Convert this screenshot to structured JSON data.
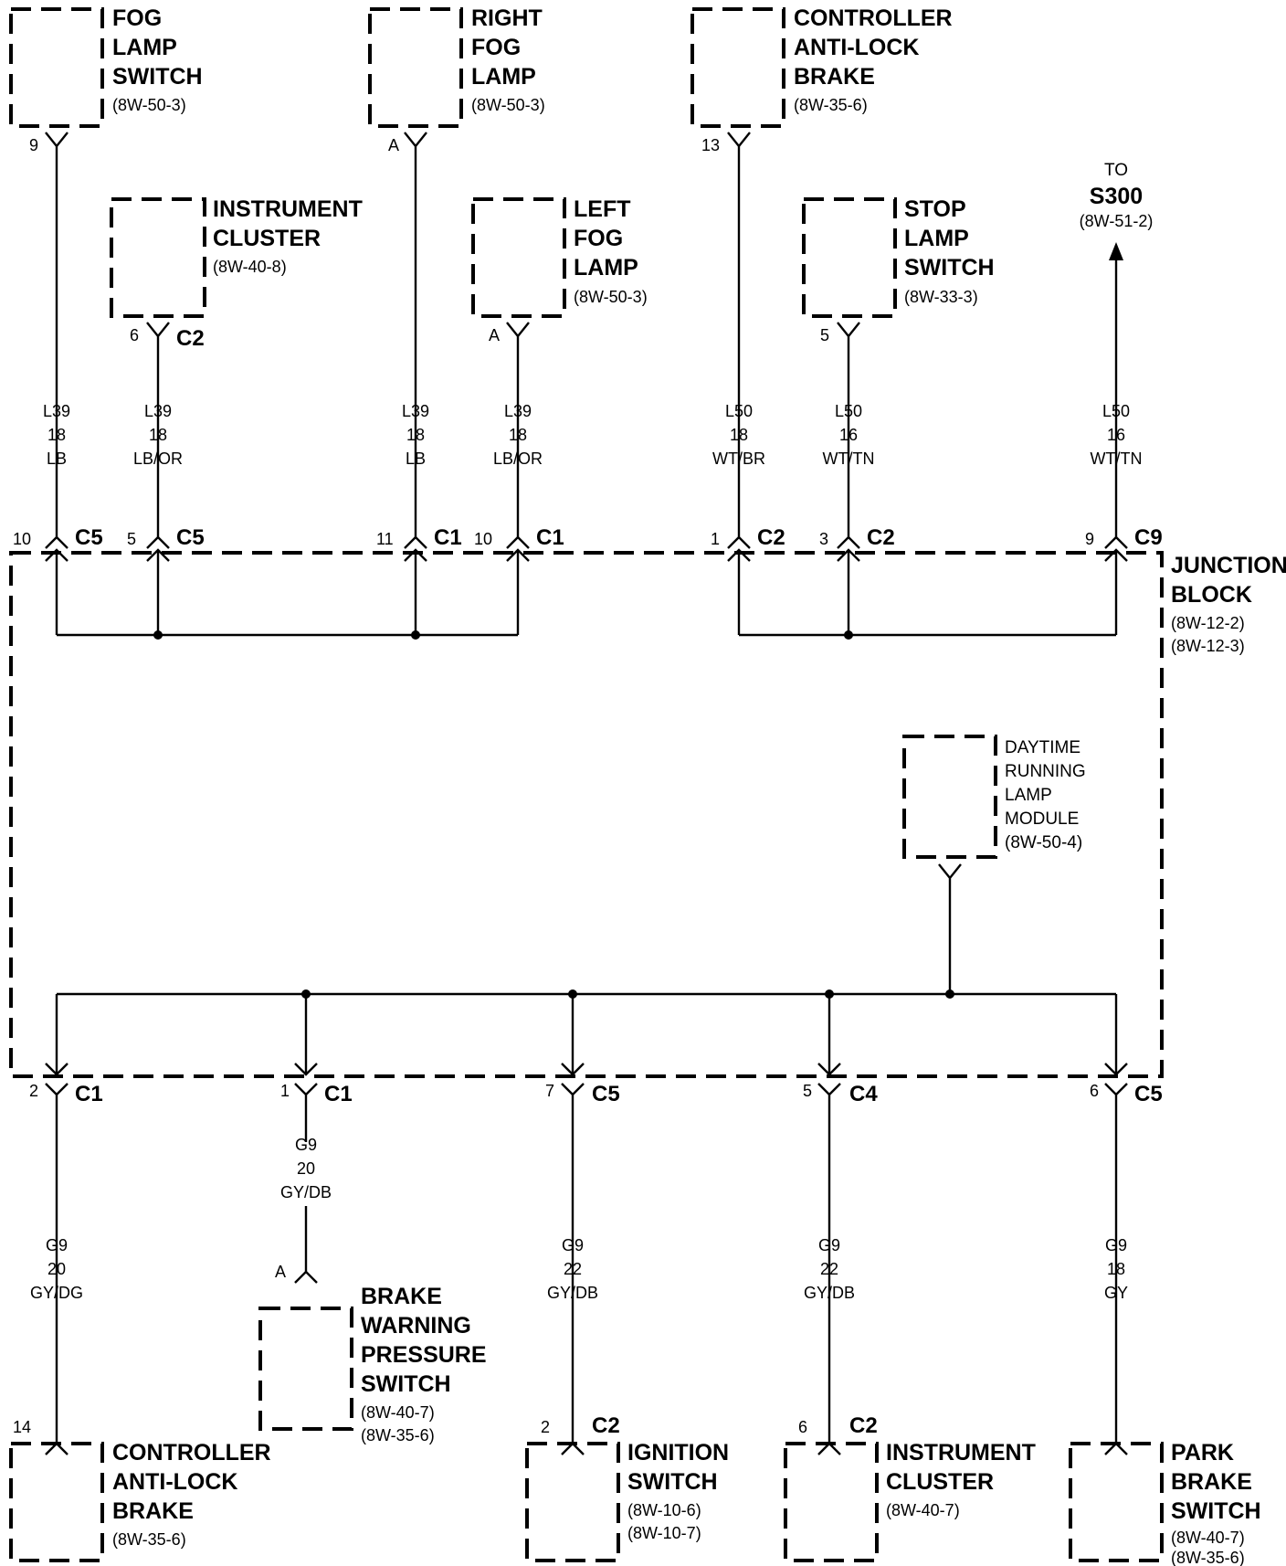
{
  "components": {
    "fog_lamp_switch": {
      "lines": [
        "FOG",
        "LAMP",
        "SWITCH"
      ],
      "ref": "(8W-50-3)"
    },
    "right_fog_lamp": {
      "lines": [
        "RIGHT",
        "FOG",
        "LAMP"
      ],
      "ref": "(8W-50-3)"
    },
    "controller_abs_top": {
      "lines": [
        "CONTROLLER",
        "ANTI-LOCK",
        "BRAKE"
      ],
      "ref": "(8W-35-6)"
    },
    "instrument_cluster_top": {
      "lines": [
        "INSTRUMENT",
        "CLUSTER"
      ],
      "ref": "(8W-40-8)"
    },
    "left_fog_lamp": {
      "lines": [
        "LEFT",
        "FOG",
        "LAMP"
      ],
      "ref": "(8W-50-3)"
    },
    "stop_lamp_switch": {
      "lines": [
        "STOP",
        "LAMP",
        "SWITCH"
      ],
      "ref": "(8W-33-3)"
    },
    "to_s300": {
      "to": "TO",
      "name": "S300",
      "ref": "(8W-51-2)"
    },
    "junction_block": {
      "lines": [
        "JUNCTION",
        "BLOCK"
      ],
      "refs": [
        "(8W-12-2)",
        "(8W-12-3)"
      ]
    },
    "drl_module": {
      "lines": [
        "DAYTIME",
        "RUNNING",
        "LAMP",
        "MODULE"
      ],
      "ref": "(8W-50-4)"
    },
    "controller_abs_bottom": {
      "lines": [
        "CONTROLLER",
        "ANTI-LOCK",
        "BRAKE"
      ],
      "ref": "(8W-35-6)"
    },
    "brake_warning_switch": {
      "lines": [
        "BRAKE",
        "WARNING",
        "PRESSURE",
        "SWITCH"
      ],
      "refs": [
        "(8W-40-7)",
        "(8W-35-6)"
      ]
    },
    "ignition_switch": {
      "lines": [
        "IGNITION",
        "SWITCH"
      ],
      "refs": [
        "(8W-10-6)",
        "(8W-10-7)"
      ]
    },
    "instrument_cluster_bottom": {
      "lines": [
        "INSTRUMENT",
        "CLUSTER"
      ],
      "ref": "(8W-40-7)"
    },
    "park_brake_switch": {
      "lines": [
        "PARK",
        "BRAKE",
        "SWITCH"
      ],
      "refs": [
        "(8W-40-7)",
        "(8W-35-6)"
      ]
    }
  },
  "wires": {
    "w1": {
      "circuit": "L39",
      "gauge": "18",
      "color": "LB"
    },
    "w2": {
      "circuit": "L39",
      "gauge": "18",
      "color": "LB/OR"
    },
    "w3": {
      "circuit": "L39",
      "gauge": "18",
      "color": "LB"
    },
    "w4": {
      "circuit": "L39",
      "gauge": "18",
      "color": "LB/OR"
    },
    "w5": {
      "circuit": "L50",
      "gauge": "18",
      "color": "WT/BR"
    },
    "w6": {
      "circuit": "L50",
      "gauge": "16",
      "color": "WT/TN"
    },
    "w7": {
      "circuit": "L50",
      "gauge": "16",
      "color": "WT/TN"
    },
    "g1": {
      "circuit": "G9",
      "gauge": "20",
      "color": "GY/DG"
    },
    "g2": {
      "circuit": "G9",
      "gauge": "20",
      "color": "GY/DB"
    },
    "g3": {
      "circuit": "G9",
      "gauge": "22",
      "color": "GY/DB"
    },
    "g4": {
      "circuit": "G9",
      "gauge": "22",
      "color": "GY/DB"
    },
    "g5": {
      "circuit": "G9",
      "gauge": "18",
      "color": "GY"
    }
  },
  "pins": {
    "fog_sw": "9",
    "right_fog": "A",
    "abs_top": "13",
    "ic_top": "6",
    "ic_top_conn": "C2",
    "left_fog": "A",
    "stop_sw": "5",
    "jb_top": [
      {
        "pin": "10",
        "conn": "C5"
      },
      {
        "pin": "5",
        "conn": "C5"
      },
      {
        "pin": "11",
        "conn": "C1"
      },
      {
        "pin": "10",
        "conn": "C1"
      },
      {
        "pin": "1",
        "conn": "C2"
      },
      {
        "pin": "3",
        "conn": "C2"
      },
      {
        "pin": "9",
        "conn": "C9"
      }
    ],
    "jb_bottom": [
      {
        "pin": "2",
        "conn": "C1"
      },
      {
        "pin": "1",
        "conn": "C1"
      },
      {
        "pin": "7",
        "conn": "C5"
      },
      {
        "pin": "5",
        "conn": "C4"
      },
      {
        "pin": "6",
        "conn": "C5"
      }
    ],
    "abs_bottom": "14",
    "brake_warn": "A",
    "ign": "2",
    "ign_conn": "C2",
    "ic_bottom": "6",
    "ic_bottom_conn": "C2"
  }
}
